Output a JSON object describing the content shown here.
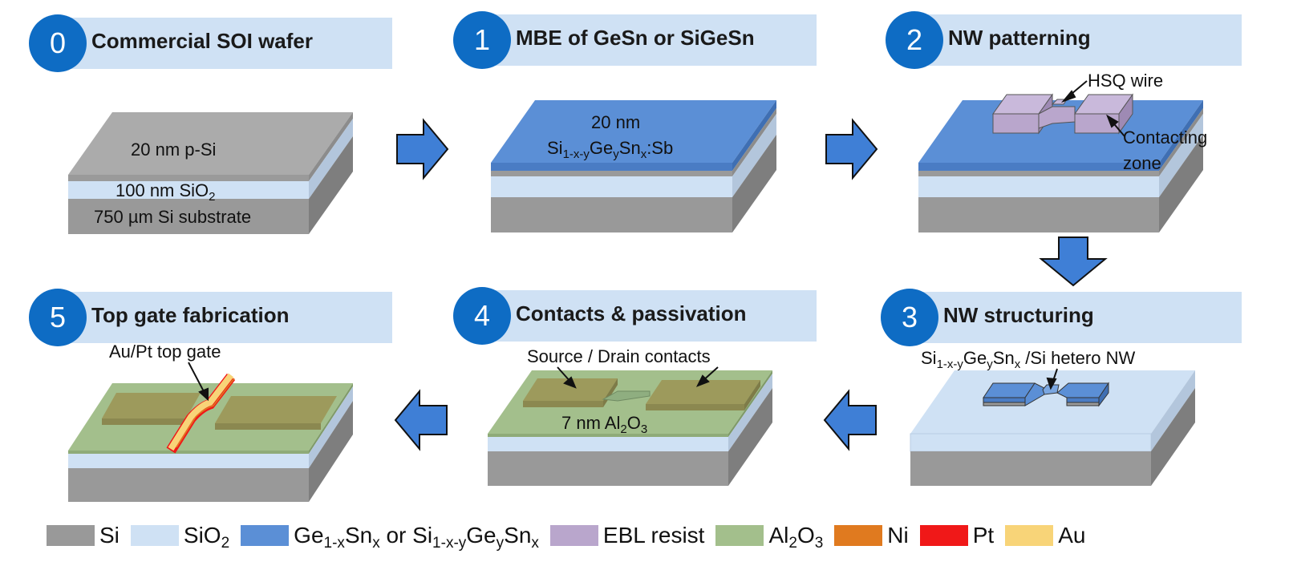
{
  "steps": [
    {
      "number": "0",
      "title": "Commercial SOI wafer"
    },
    {
      "number": "1",
      "title": "MBE of GeSn or SiGeSn"
    },
    {
      "number": "2",
      "title": "NW patterning"
    },
    {
      "number": "3",
      "title": "NW structuring"
    },
    {
      "number": "4",
      "title": "Contacts & passivation"
    },
    {
      "number": "5",
      "title": "Top gate fabrication"
    }
  ],
  "labels": {
    "s0_psi": "20 nm p-Si",
    "s0_sio2_main": "100 nm SiO",
    "s0_sio2_sub": "2",
    "s0_substrate": "750 µm Si substrate",
    "s1_thickness": "20 nm",
    "s1_formula": [
      "Si",
      "1-x-y",
      "Ge",
      "y",
      "Sn",
      "x",
      ":Sb"
    ],
    "s2_hsq": "HSQ wire",
    "s2_contacting_1": "Contacting",
    "s2_contacting_2": "zone",
    "s3_formula": [
      "Si",
      "1-x-y",
      "Ge",
      "y",
      "Sn",
      "x",
      " /Si hetero NW"
    ],
    "s4_contacts": "Source / Drain contacts",
    "s4_oxide": [
      "7 nm Al",
      "2",
      "O",
      "3"
    ],
    "s5_gate": "Au/Pt top gate"
  },
  "legend": [
    {
      "label": [
        "Si"
      ],
      "color": "#999999"
    },
    {
      "label": [
        "SiO",
        "2"
      ],
      "color": "#cfe1f4"
    },
    {
      "label": [
        "Ge",
        "1-x",
        "Sn",
        "x",
        " or Si",
        "1-x-y",
        "Ge",
        "y",
        "Sn",
        "x"
      ],
      "color": "#5b8fd6"
    },
    {
      "label": [
        "EBL resist"
      ],
      "color": "#b9a6cc"
    },
    {
      "label": [
        "Al",
        "2",
        "O",
        "3"
      ],
      "color": "#a3bf8c"
    },
    {
      "label": [
        "Ni"
      ],
      "color": "#e07a1f"
    },
    {
      "label": [
        "Pt"
      ],
      "color": "#f01818"
    },
    {
      "label": [
        "Au"
      ],
      "color": "#f8d478"
    }
  ],
  "colors": {
    "step_circle": "#0e6cc4",
    "step_band": "#cfe1f4",
    "arrow": "#3f7fd6",
    "arrow_outline": "#111111"
  },
  "icons": {
    "arrow": "block-arrow-icon",
    "step_number": "numbered-circle-icon"
  }
}
